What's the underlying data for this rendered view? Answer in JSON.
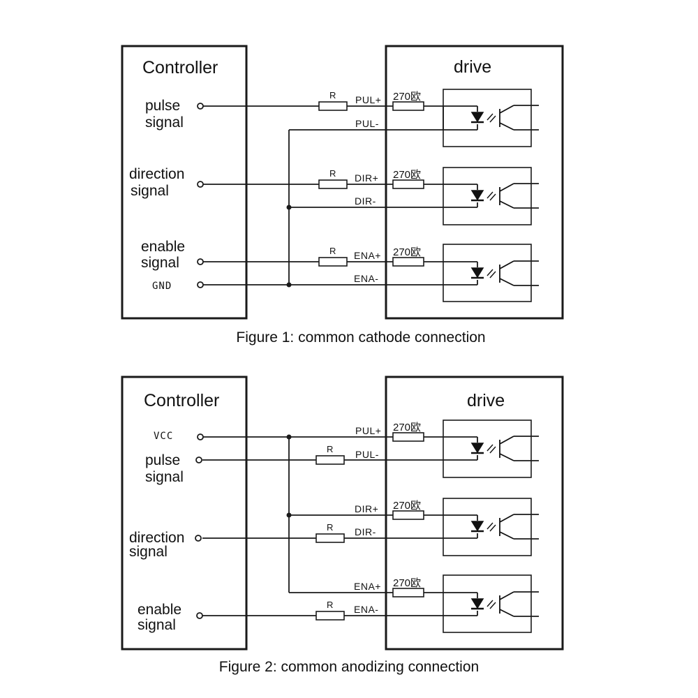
{
  "figure1": {
    "controller_title": "Controller",
    "drive_title": "drive",
    "signals": [
      {
        "line1": "pulse",
        "line2": "signal"
      },
      {
        "line1": "direction",
        "line2": "signal"
      },
      {
        "line1": "enable",
        "line2": "signal"
      }
    ],
    "gnd_label": "GND",
    "channels": [
      {
        "plus": "PUL+",
        "minus": "PUL-",
        "resistor": "R",
        "drive_resistor": "270欧"
      },
      {
        "plus": "DIR+",
        "minus": "DIR-",
        "resistor": "R",
        "drive_resistor": "270欧"
      },
      {
        "plus": "ENA+",
        "minus": "ENA-",
        "resistor": "R",
        "drive_resistor": "270欧"
      }
    ],
    "caption": "Figure 1: common cathode connection"
  },
  "figure2": {
    "controller_title": "Controller",
    "drive_title": "drive",
    "vcc_label": "VCC",
    "signals": [
      {
        "line1": "pulse",
        "line2": "signal"
      },
      {
        "line1": "direction",
        "line2": "signal"
      },
      {
        "line1": "enable",
        "line2": "signal"
      }
    ],
    "channels": [
      {
        "plus": "PUL+",
        "minus": "PUL-",
        "resistor": "R",
        "drive_resistor": "270欧"
      },
      {
        "plus": "DIR+",
        "minus": "DIR-",
        "resistor": "R",
        "drive_resistor": "270欧"
      },
      {
        "plus": "ENA+",
        "minus": "ENA-",
        "resistor": "R",
        "drive_resistor": "270欧"
      }
    ],
    "caption": "Figure 2: common anodizing connection"
  }
}
